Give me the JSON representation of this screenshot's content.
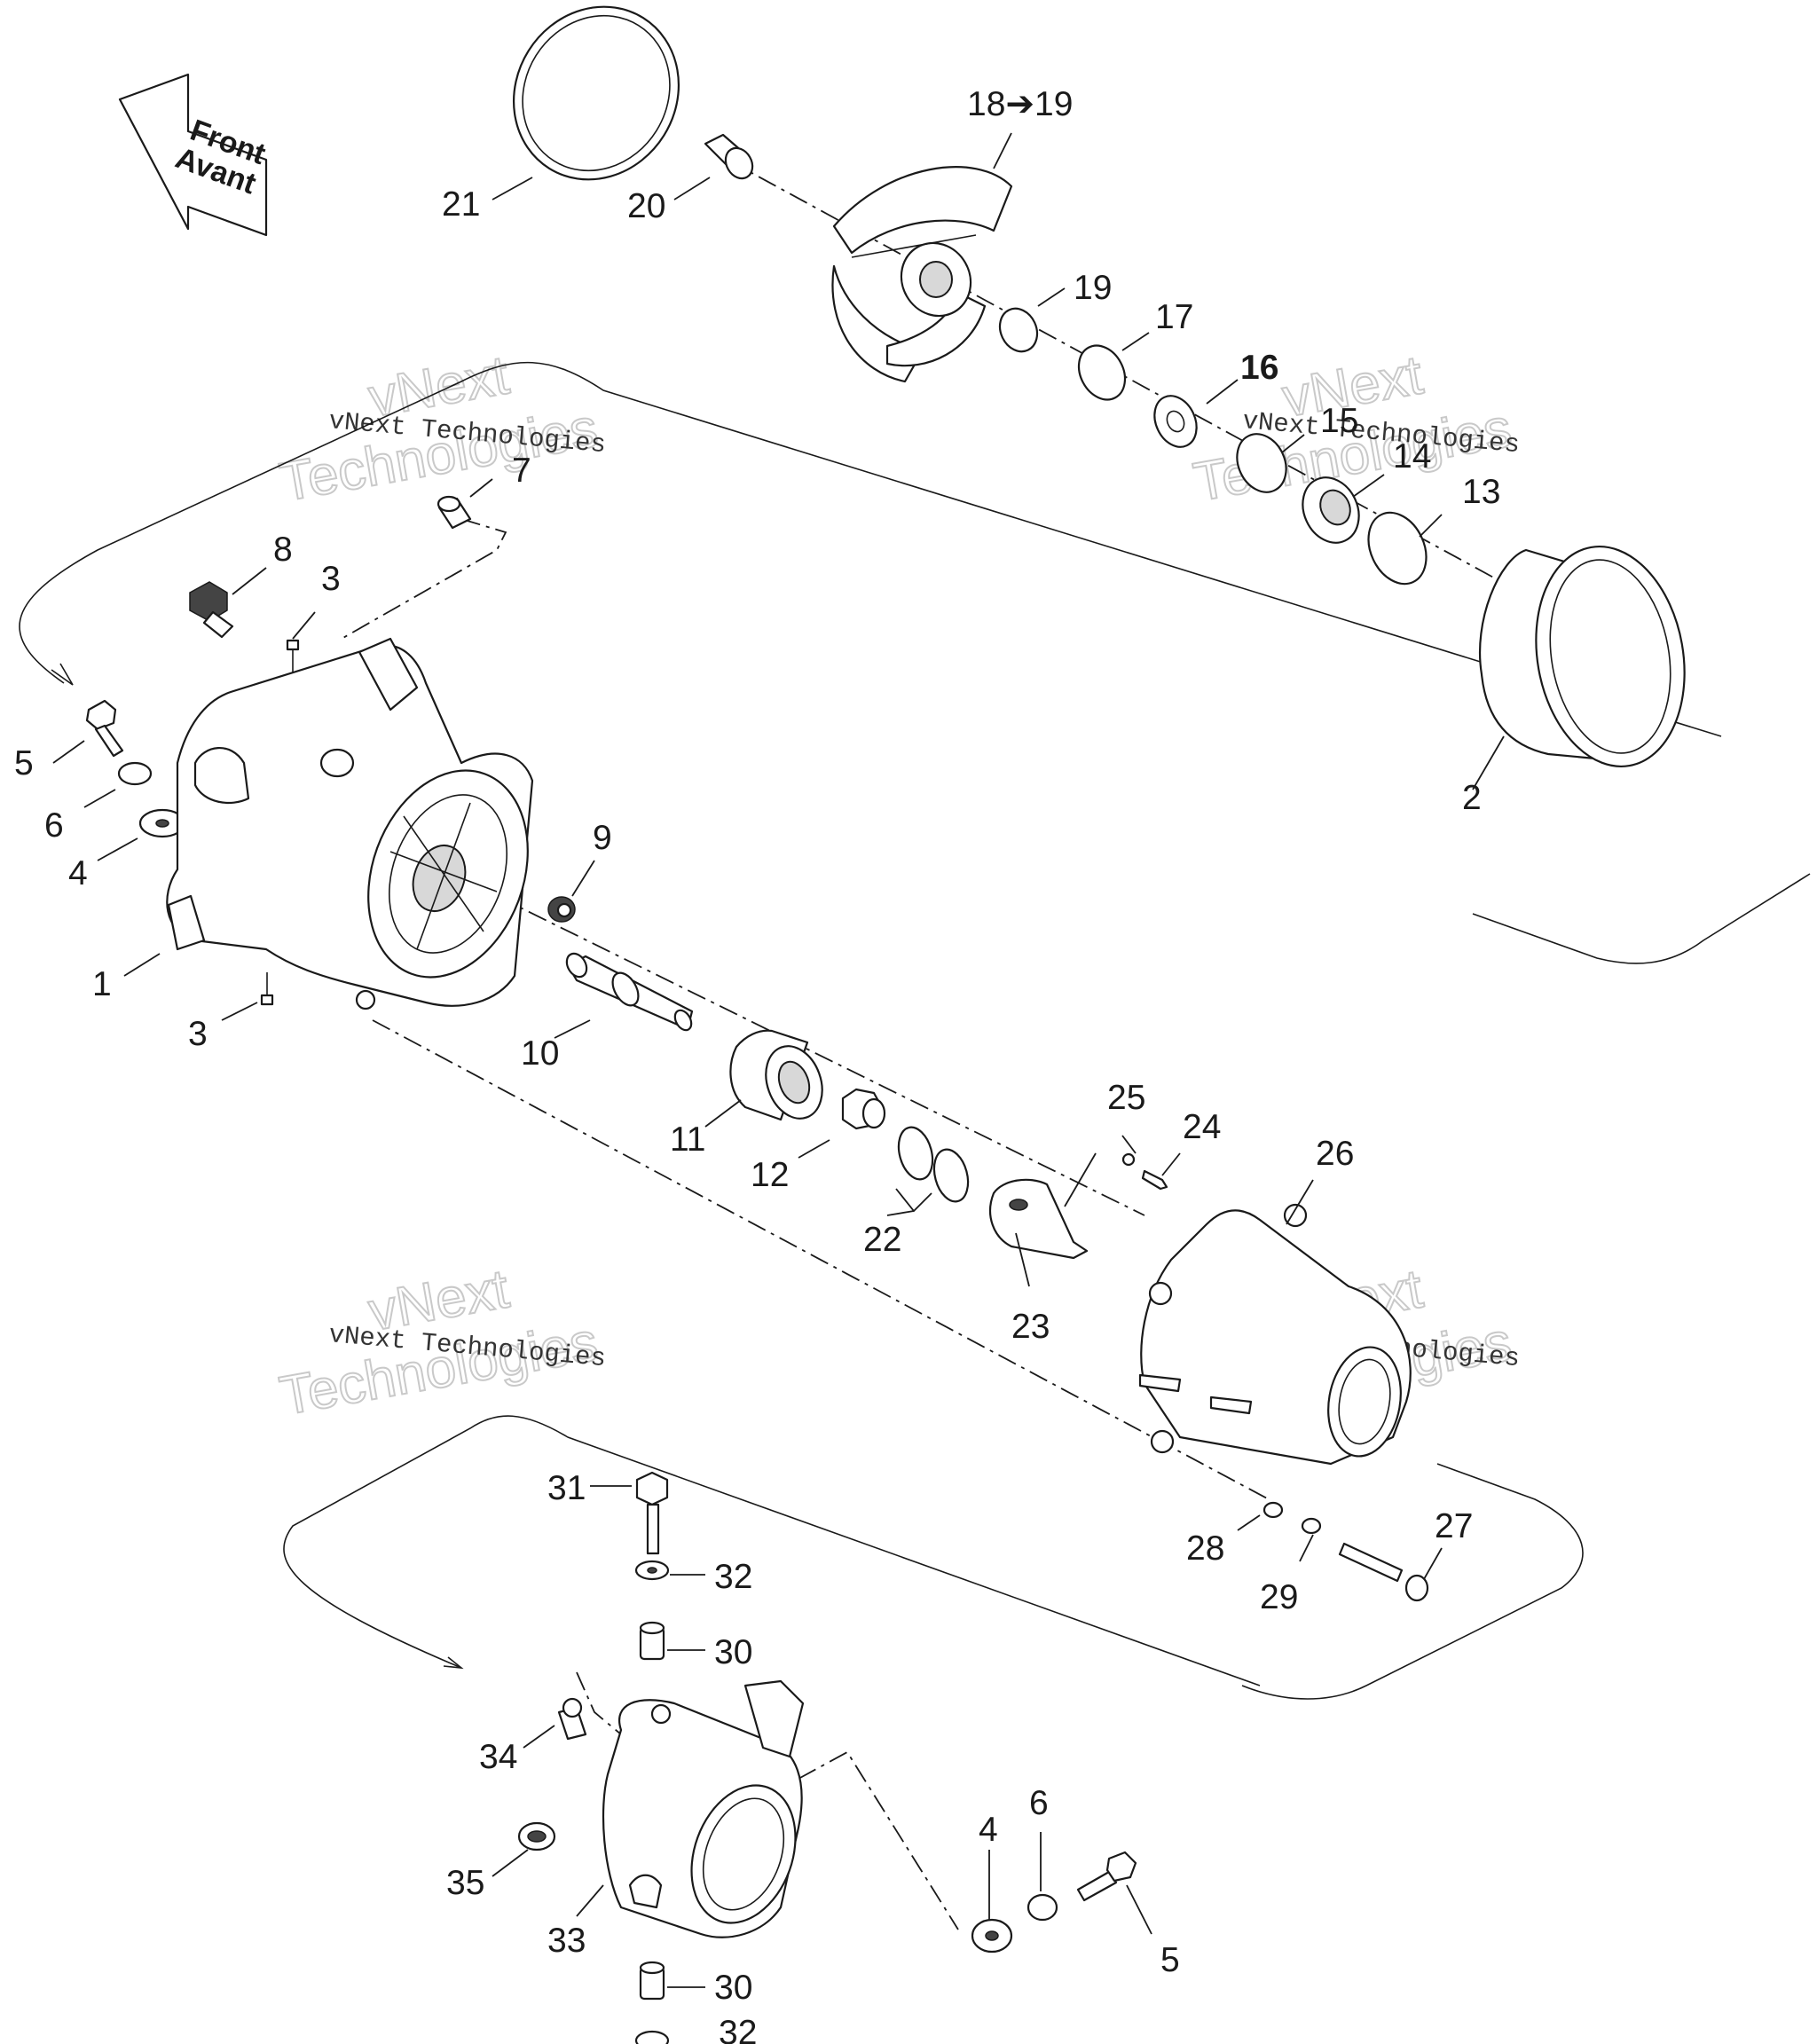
{
  "direction_arrow": {
    "line1": "Front",
    "line2": "Avant"
  },
  "watermark": {
    "brand": "vNext",
    "word": "Technologies",
    "full": "vNext Technologies"
  },
  "labels": {
    "l18to19": "18➔19",
    "l21": "21",
    "l20": "20",
    "l19": "19",
    "l17": "17",
    "l16": "16",
    "l15": "15",
    "l14": "14",
    "l13": "13",
    "l7": "7",
    "l8": "8",
    "l3a": "3",
    "l3b": "3",
    "l5a": "5",
    "l6a": "6",
    "l4a": "4",
    "l1": "1",
    "l9": "9",
    "l2": "2",
    "l10": "10",
    "l11": "11",
    "l12": "12",
    "l22": "22",
    "l23": "23",
    "l25": "25",
    "l24": "24",
    "l26": "26",
    "l28": "28",
    "l29": "29",
    "l27": "27",
    "l31": "31",
    "l32a": "32",
    "l30a": "30",
    "l34": "34",
    "l35": "35",
    "l33": "33",
    "l4b": "4",
    "l6b": "6",
    "l5b": "5",
    "l30b": "30",
    "l32b": "32"
  }
}
